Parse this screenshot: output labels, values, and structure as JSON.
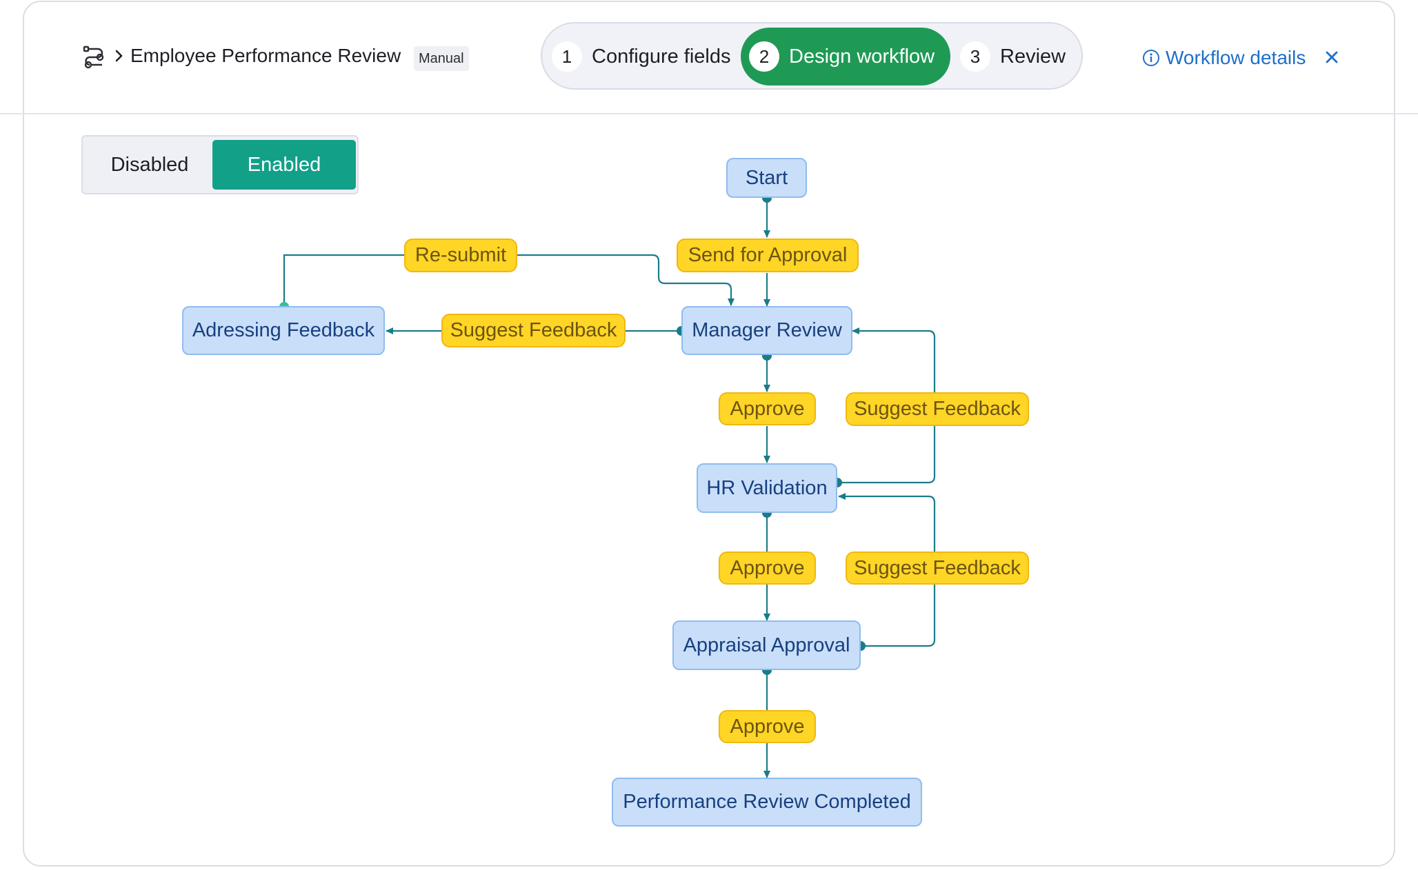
{
  "header": {
    "title": "Employee Performance Review",
    "badge": "Manual",
    "workflow_details_label": "Workflow details"
  },
  "stepper": {
    "steps": [
      {
        "number": "1",
        "label": "Configure fields",
        "active": false
      },
      {
        "number": "2",
        "label": "Design workflow",
        "active": true
      },
      {
        "number": "3",
        "label": "Review",
        "active": false
      }
    ]
  },
  "status_toggle": {
    "options": [
      "Disabled",
      "Enabled"
    ],
    "selected": "Enabled"
  },
  "workflow": {
    "states": {
      "start": "Start",
      "manager_review": "Manager Review",
      "addressing_feedback": "Adressing Feedback",
      "hr_validation": "HR Validation",
      "appraisal_approval": "Appraisal Approval",
      "completed": "Performance Review Completed"
    },
    "transitions": {
      "send_for_approval": "Send for Approval",
      "resubmit": "Re-submit",
      "suggest_feedback_manager": "Suggest Feedback",
      "approve_manager": "Approve",
      "suggest_feedback_hr": "Suggest Feedback",
      "approve_hr": "Approve",
      "suggest_feedback_appraisal": "Suggest Feedback",
      "approve_appraisal": "Approve"
    }
  },
  "colors": {
    "accent_green": "#1f9a55",
    "toggle_on": "#12a088",
    "link_blue": "#1f6fc8",
    "node_fill": "#c9def9",
    "label_fill": "#ffd526",
    "edge": "#1b7c88"
  }
}
